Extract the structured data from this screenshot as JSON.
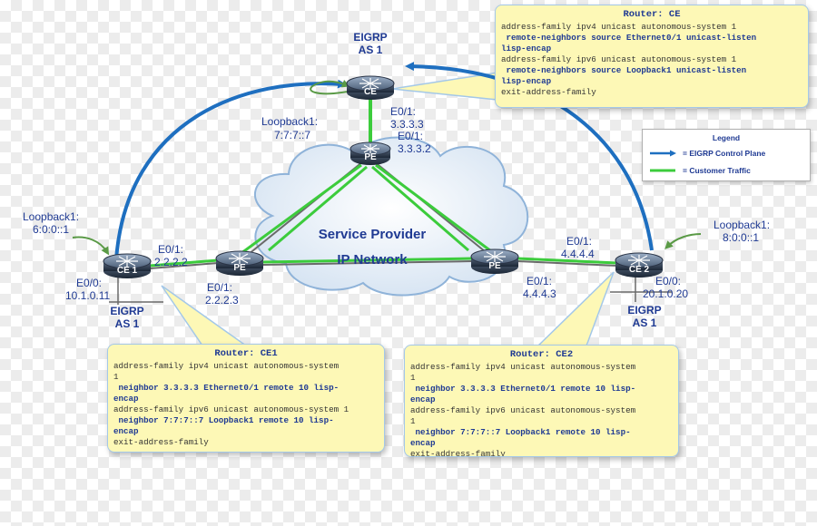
{
  "cloud": {
    "line1": "Service Provider",
    "line2": "IP Network"
  },
  "routers": {
    "ce_top": "CE",
    "pe_top": "PE",
    "ce1": "CE 1",
    "pe_left": "PE",
    "pe_right": "PE",
    "ce2": "CE 2"
  },
  "labels": {
    "eigrp_top": "EIGRP",
    "as_top": "AS 1",
    "loopback_top": "Loopback1:",
    "loopback_top_addr": "7:7:7::7",
    "e01_top_ce": "E0/1:",
    "e01_top_ce_addr": "3.3.3.3",
    "e01_top_pe": "E0/1:",
    "e01_top_pe_addr": "3.3.3.2",
    "loopback_left": "Loopback1:",
    "loopback_left_addr": "6:0:0::1",
    "e01_left_ce": "E0/1:",
    "e01_left_ce_addr": "2.2.2.2",
    "e00_left": "E0/0:",
    "e00_left_addr": "10.1.0.11",
    "e01_left_pe": "E0/1:",
    "e01_left_pe_addr": "2.2.2.3",
    "eigrp_left": "EIGRP",
    "as_left": "AS 1",
    "loopback_right": "Loopback1:",
    "loopback_right_addr": "8:0:0::1",
    "e01_right_pe": "E0/1:",
    "e01_right_pe_addr": "4.4.4.4",
    "e01_right_pe2": "E0/1:",
    "e01_right_pe2_addr": "4.4.4.3",
    "e00_right": "E0/0:",
    "e00_right_addr": "20.1.0.20",
    "eigrp_right": "EIGRP",
    "as_right": "AS 1"
  },
  "legend": {
    "title": "Legend",
    "items": [
      {
        "label": "= EIGRP Control Plane",
        "color": "#1e6fc0"
      },
      {
        "label": "= Customer Traffic",
        "color": "#3ccc3c"
      }
    ]
  },
  "callouts": {
    "ce": {
      "title": "Router: CE",
      "lines": [
        {
          "text": "address-family ipv4 unicast autonomous-system 1",
          "bold": false
        },
        {
          "text": " remote-neighbors source Ethernet0/1 unicast-listen",
          "bold": true
        },
        {
          "text": "lisp-encap",
          "bold": true
        },
        {
          "text": "address-family ipv6 unicast autonomous-system 1",
          "bold": false
        },
        {
          "text": " remote-neighbors source Loopback1 unicast-listen",
          "bold": true
        },
        {
          "text": "lisp-encap",
          "bold": true
        },
        {
          "text": "exit-address-family",
          "bold": false
        }
      ]
    },
    "ce1": {
      "title": "Router: CE1",
      "lines": [
        {
          "text": "address-family ipv4 unicast autonomous-system",
          "bold": false
        },
        {
          "text": "1",
          "bold": false
        },
        {
          "text": " neighbor 3.3.3.3 Ethernet0/1 remote 10 lisp-",
          "bold": true
        },
        {
          "text": "encap",
          "bold": true
        },
        {
          "text": "address-family ipv6 unicast autonomous-system 1",
          "bold": false
        },
        {
          "text": " neighbor 7:7:7::7 Loopback1 remote 10 lisp-",
          "bold": true
        },
        {
          "text": "encap",
          "bold": true
        },
        {
          "text": "exit-address-family",
          "bold": false
        }
      ]
    },
    "ce2": {
      "title": "Router: CE2",
      "lines": [
        {
          "text": "address-family ipv4 unicast autonomous-system",
          "bold": false
        },
        {
          "text": "1",
          "bold": false
        },
        {
          "text": " neighbor 3.3.3.3 Ethernet0/1 remote 10 lisp-",
          "bold": true
        },
        {
          "text": "encap",
          "bold": true
        },
        {
          "text": "address-family ipv6 unicast autonomous-system",
          "bold": false
        },
        {
          "text": "1",
          "bold": false
        },
        {
          "text": " neighbor 7:7:7::7 Loopback1 remote 10 lisp-",
          "bold": true
        },
        {
          "text": "encap",
          "bold": true
        },
        {
          "text": "exit-address-family",
          "bold": false
        }
      ]
    }
  },
  "colors": {
    "eigrp_control": "#1e6fc0",
    "customer_traffic": "#3ccc3c",
    "link": "#6a6a6a",
    "callout_bg": "#fdf8b6",
    "text_blue": "#1f3a93"
  }
}
